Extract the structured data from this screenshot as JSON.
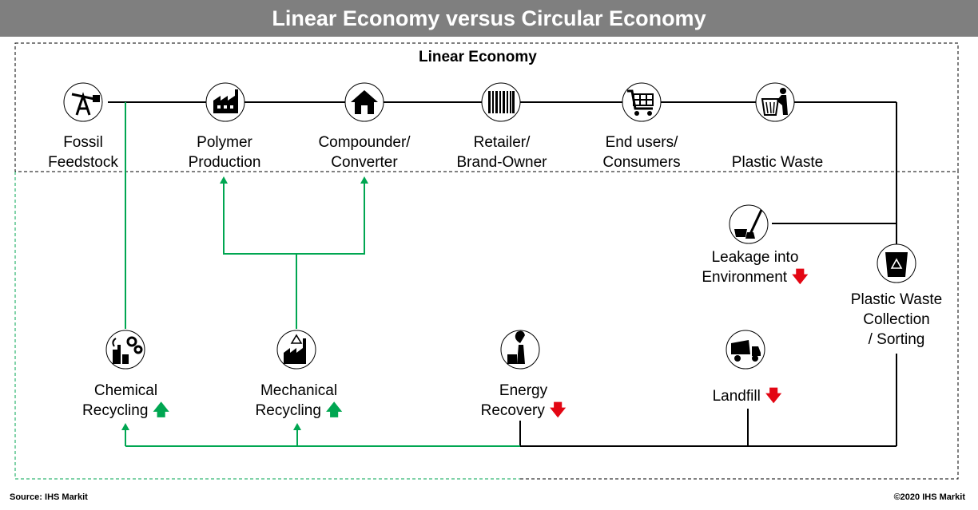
{
  "title": "Linear Economy versus Circular Economy",
  "section_label": "Linear Economy",
  "nodes": {
    "fossil": {
      "line1": "Fossil",
      "line2": "Feedstock",
      "icon": "oil-pump-icon"
    },
    "polymer": {
      "line1": "Polymer",
      "line2": "Production",
      "icon": "factory-icon"
    },
    "compounder": {
      "line1": "Compounder/",
      "line2": "Converter",
      "icon": "house-icon"
    },
    "retailer": {
      "line1": "Retailer/",
      "line2": "Brand-Owner",
      "icon": "barcode-icon"
    },
    "endusers": {
      "line1": "End users/",
      "line2": "Consumers",
      "icon": "shopping-cart-icon"
    },
    "waste": {
      "line1": "Plastic Waste",
      "icon": "trash-bin-icon"
    },
    "leakage": {
      "line1": "Leakage into",
      "line2": "Environment",
      "trend": "down",
      "icon": "broom-bucket-icon"
    },
    "collection": {
      "line1": "Plastic Waste",
      "line2": "Collection",
      "line3": "/ Sorting",
      "icon": "recycle-bin-icon"
    },
    "chemical": {
      "line1": "Chemical",
      "line2": "Recycling",
      "trend": "up",
      "icon": "chemical-plant-gears-icon"
    },
    "mechanical": {
      "line1": "Mechanical",
      "line2": "Recycling",
      "trend": "up",
      "icon": "recycling-factory-icon"
    },
    "energy": {
      "line1": "Energy",
      "line2": "Recovery",
      "trend": "down",
      "icon": "smokestack-icon"
    },
    "landfill": {
      "line1": "Landfill",
      "trend": "down",
      "icon": "dump-truck-icon"
    }
  },
  "arrows": {
    "up": "🡅",
    "down": "🡇"
  },
  "footer": {
    "source": "Source: IHS Markit",
    "copyright": "©2020 IHS Markit"
  },
  "colors": {
    "title_bar": "#7f7f7f",
    "recycling_flow": "#00a651",
    "trend_up": "#00a651",
    "trend_down": "#e30613",
    "linear_flow": "#000000"
  }
}
